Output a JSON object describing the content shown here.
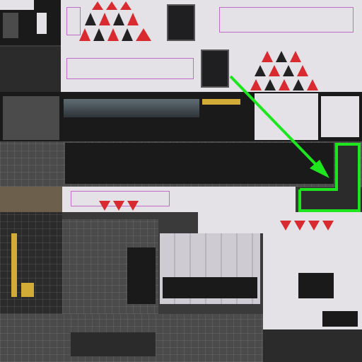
{
  "colors": {
    "accent_red": "#d92b2f",
    "accent_green": "#1ee61e",
    "livery_white": "#e4e2e6",
    "trim_pink": "#c36bc8",
    "panel_dark": "#2b2b2b",
    "panel_yellow": "#d3ac38"
  },
  "icons": {
    "arrow": "green-arrow-icon",
    "highlight": "green-highlight-outline"
  },
  "texture_regions": [
    "cab-front-panel",
    "side-livery-upper",
    "side-livery-lower",
    "red-triangle-logo",
    "window-strip",
    "roof-equipment",
    "underframe",
    "cab-nose-front",
    "interior-panels",
    "bogie-components"
  ]
}
